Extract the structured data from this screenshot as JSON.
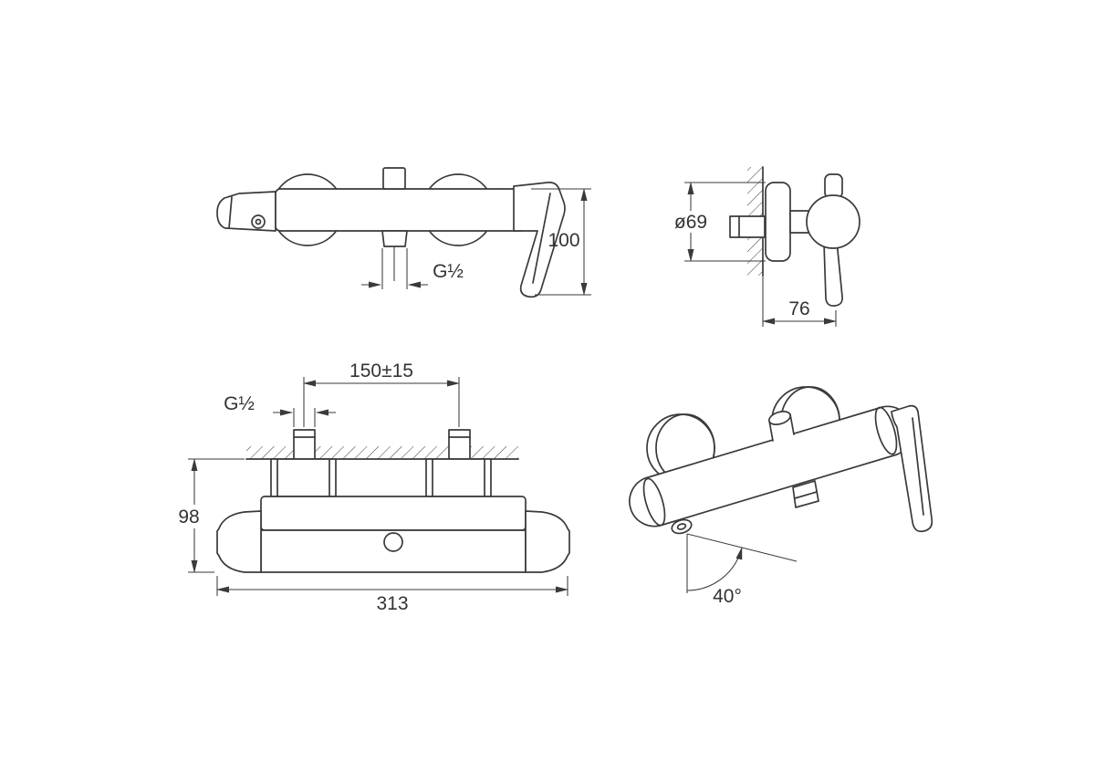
{
  "drawing_title": "shower-mixer-installation-dimensions",
  "views": {
    "front": {
      "height": "100",
      "outlet_thread": "G½"
    },
    "side": {
      "rosette_diameter": "ø69",
      "wall_depth": "76"
    },
    "top": {
      "inlet_spacing": "150±15",
      "inlet_thread": "G½",
      "body_depth": "98",
      "body_width": "313"
    },
    "perspective": {
      "spout_angle": "40°"
    }
  }
}
